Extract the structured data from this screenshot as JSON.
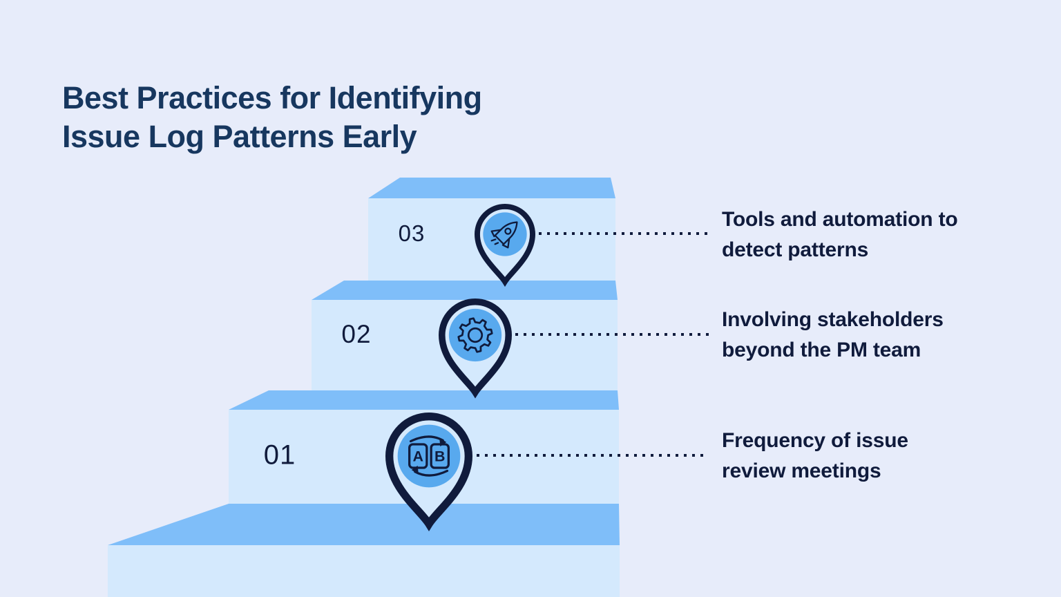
{
  "title": "Best Practices for Identifying\nIssue Log Patterns Early",
  "steps": [
    {
      "number": "01",
      "icon": "ab-compare-icon",
      "label": "Frequency of issue\nreview meetings"
    },
    {
      "number": "02",
      "icon": "gear-icon",
      "label": "Involving stakeholders\nbeyond the PM team"
    },
    {
      "number": "03",
      "icon": "rocket-icon",
      "label": "Tools and automation to\ndetect patterns"
    }
  ],
  "ab_icon": {
    "left_letter": "A",
    "right_letter": "B"
  },
  "colors": {
    "background": "#e7ecfa",
    "step_face": "#d4e9fd",
    "step_top": "#7fbef9",
    "pin_outline": "#101b3c",
    "pin_circle": "#58a9ee",
    "title_text": "#17375f",
    "label_text": "#101b3c"
  }
}
